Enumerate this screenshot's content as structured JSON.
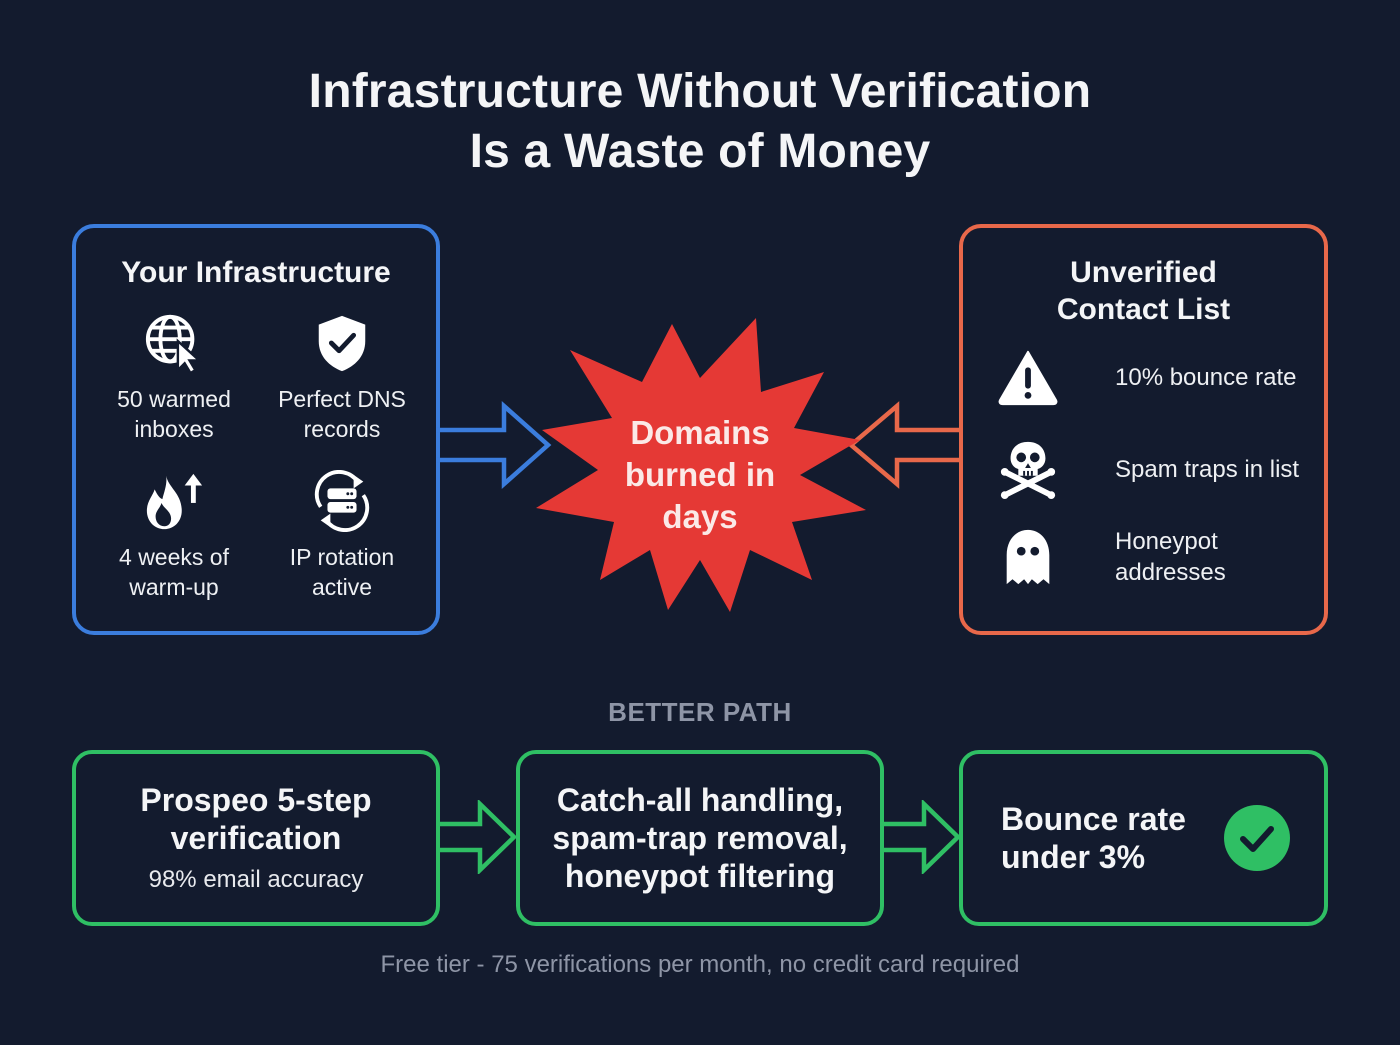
{
  "title": {
    "line1": "Infrastructure Without Verification",
    "line2": "Is a Waste of Money"
  },
  "colors": {
    "background": "#131b2e",
    "infrastructure_border": "#3b7ddd",
    "contact_list_border": "#e8684a",
    "burst_fill": "#e53935",
    "better_path_border": "#2fbf64",
    "muted_text": "#8e95a6"
  },
  "infrastructure": {
    "title": "Your Infrastructure",
    "items": [
      {
        "icon": "globe-cursor-icon",
        "line1": "50 warmed",
        "line2": "inboxes"
      },
      {
        "icon": "shield-check-icon",
        "line1": "Perfect DNS",
        "line2": "records"
      },
      {
        "icon": "flame-up-icon",
        "line1": "4 weeks of",
        "line2": "warm-up"
      },
      {
        "icon": "server-rotate-icon",
        "line1": "IP rotation",
        "line2": "active"
      }
    ]
  },
  "contact_list": {
    "title_line1": "Unverified",
    "title_line2": "Contact List",
    "items": [
      {
        "icon": "warning-icon",
        "line1": "10% bounce rate",
        "line2": ""
      },
      {
        "icon": "skull-crossbones-icon",
        "line1": "Spam traps in list",
        "line2": ""
      },
      {
        "icon": "ghost-icon",
        "line1": "Honeypot",
        "line2": "addresses"
      }
    ]
  },
  "outcome": {
    "line1": "Domains",
    "line2": "burned in",
    "line3": "days"
  },
  "better_path": {
    "label": "BETTER PATH",
    "steps": [
      {
        "title_line1": "Prospeo 5-step",
        "title_line2": "verification",
        "subtitle": "98% email accuracy"
      },
      {
        "title_line1": "Catch-all handling,",
        "title_line2": "spam-trap removal,",
        "title_line3": "honeypot filtering"
      },
      {
        "title_line1": "Bounce rate",
        "title_line2": "under 3%",
        "icon": "check-circle-icon"
      }
    ]
  },
  "footer": "Free tier - 75 verifications per month, no credit card required"
}
